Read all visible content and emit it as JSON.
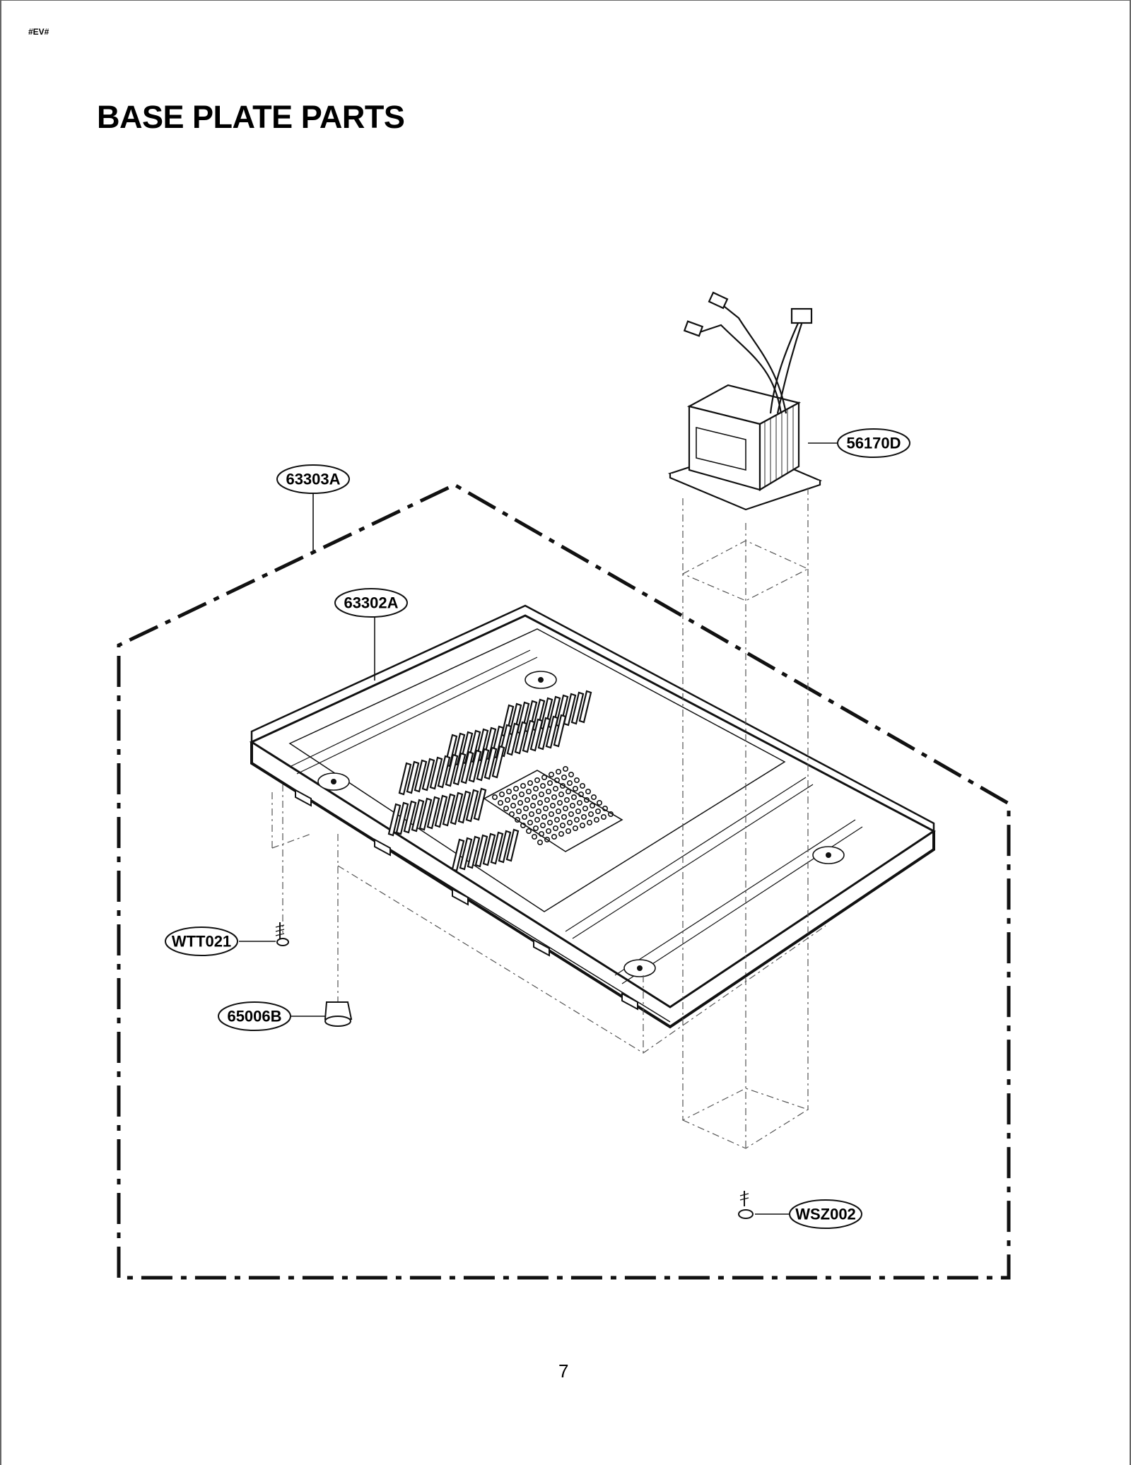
{
  "header": {
    "tag": "#EV#"
  },
  "title": "BASE PLATE PARTS",
  "footer": {
    "page_number": "7"
  },
  "callouts": {
    "transformer": "56170D",
    "cover": "63303A",
    "base_plate": "63302A",
    "screw_left": "WTT021",
    "foot": "65006B",
    "screw_right": "WSZ002"
  }
}
